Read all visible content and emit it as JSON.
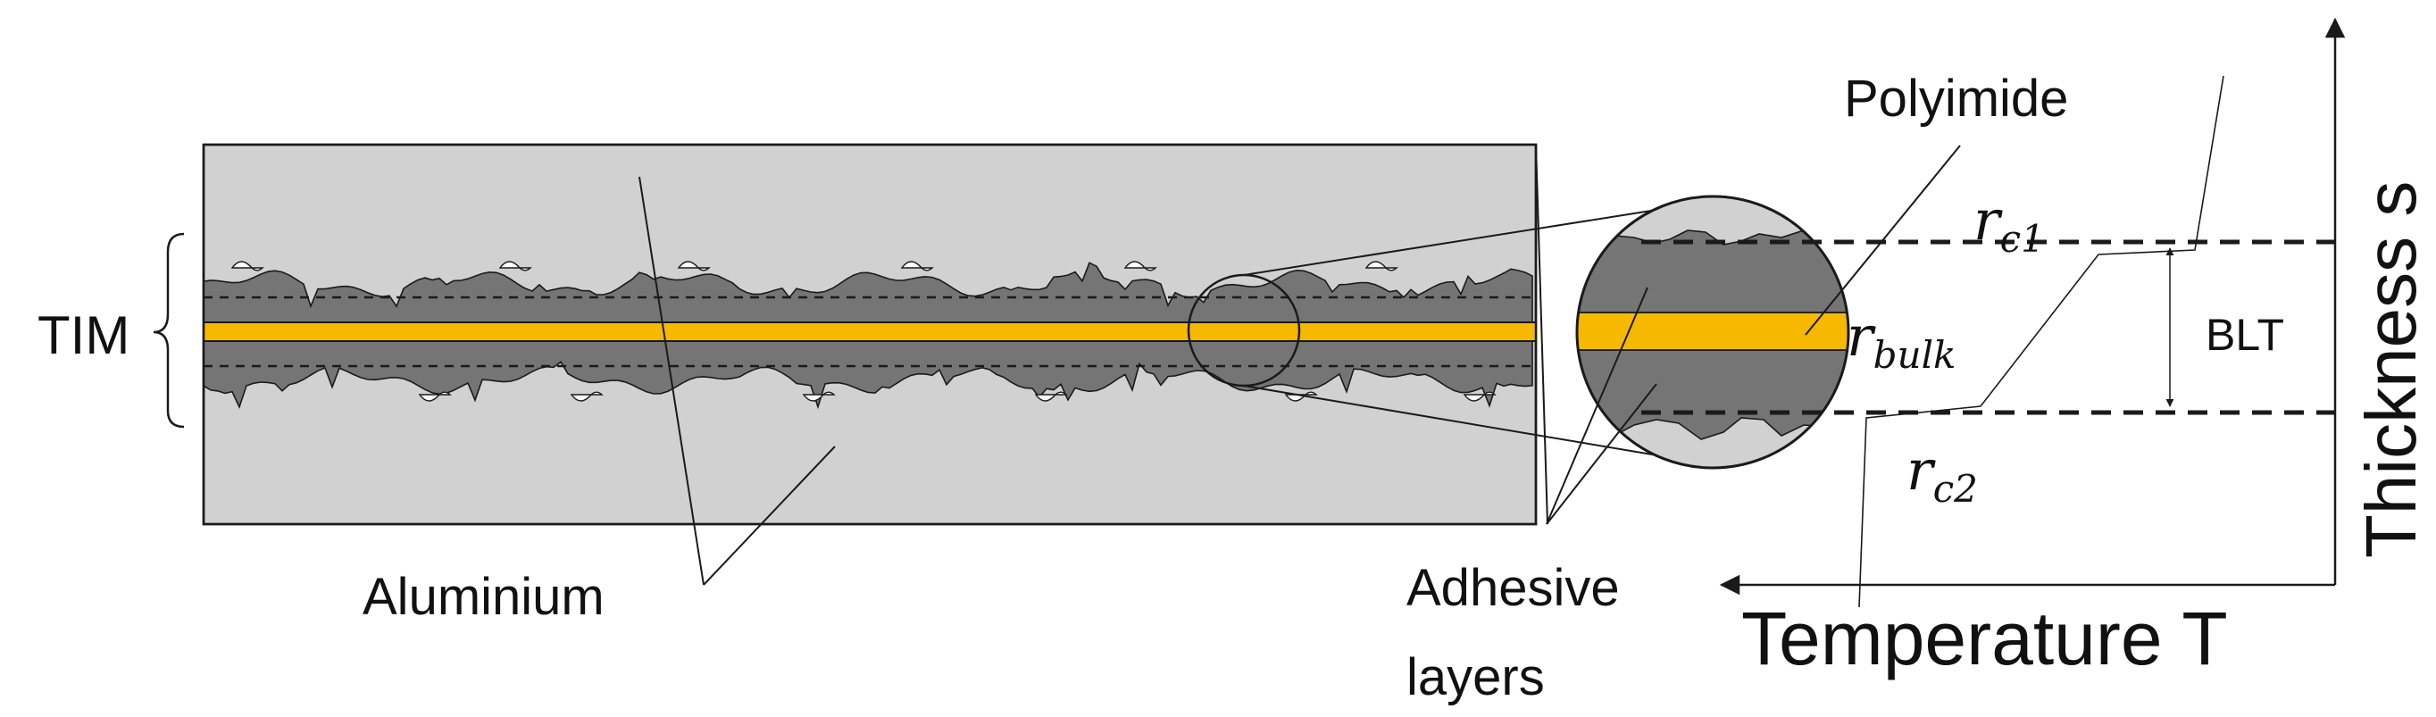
{
  "labels": {
    "tim": "TIM",
    "aluminium": "Aluminium",
    "adhesive_line1": "Adhesive",
    "adhesive_line2": "layers",
    "polyimide": "Polyimide",
    "bulk_subscript": "bulk",
    "c1_subscript": "c1",
    "c2_subscript": "c2",
    "r_symbol": "r",
    "blt": "BLT",
    "temperature_axis": "Temperature T",
    "thickness_axis": "Thickness s"
  },
  "colors": {
    "aluminium": "#d1d1d1",
    "adhesive": "#757575",
    "polyimide": "#f6b900",
    "outline": "#1a1a1a",
    "background": "#ffffff"
  }
}
